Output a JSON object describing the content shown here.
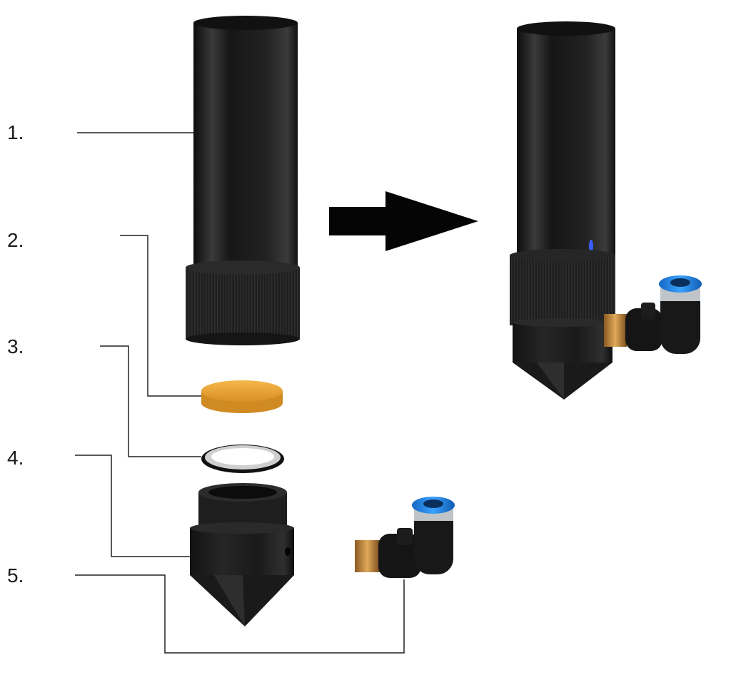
{
  "labels": {
    "part1": "1.",
    "part2": "2.",
    "part3": "3.",
    "part4": "4.",
    "part5": "5."
  },
  "colors": {
    "body": "#1b1b1b",
    "lens": "#f0a93a",
    "ring_metal": "#d9d9d9",
    "fitting_blue": "#1f86e6",
    "brass": "#c9883a",
    "arrow": "#050505"
  },
  "icons": {
    "arrow": "right-arrow-icon"
  }
}
